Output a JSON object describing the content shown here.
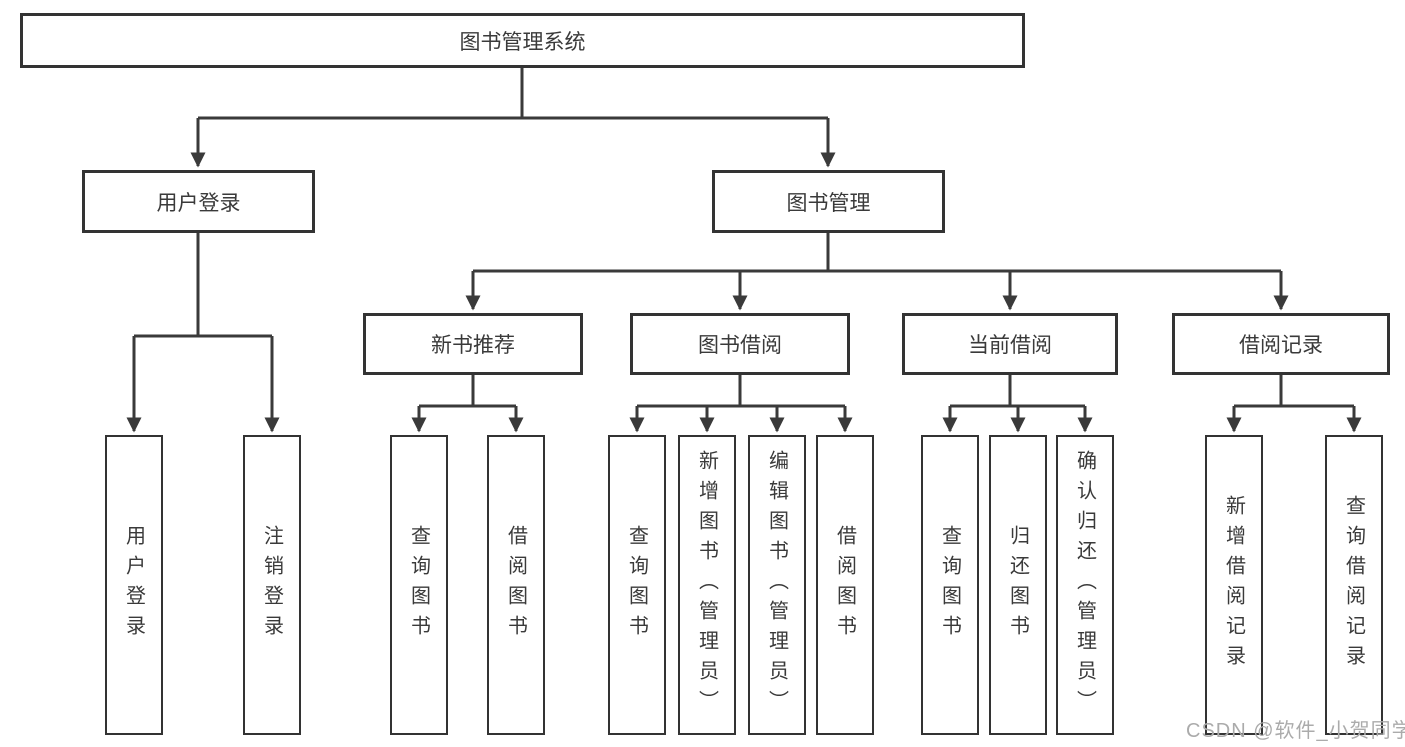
{
  "diagram": {
    "title_note": "library management system structure diagram",
    "root": {
      "label": "图书管理系统"
    },
    "level2": [
      {
        "id": "user-login",
        "label": "用户登录"
      },
      {
        "id": "book-management",
        "label": "图书管理"
      }
    ],
    "level3": [
      {
        "id": "new-book-recommend",
        "label": "新书推荐"
      },
      {
        "id": "book-borrow",
        "label": "图书借阅"
      },
      {
        "id": "current-borrow",
        "label": "当前借阅"
      },
      {
        "id": "borrow-records",
        "label": "借阅记录"
      }
    ],
    "leaves": {
      "user_login": [
        {
          "label": "用户登录"
        },
        {
          "label": "注销登录"
        }
      ],
      "new_book_recommend": [
        {
          "label": "查询图书"
        },
        {
          "label": "借阅图书"
        }
      ],
      "book_borrow": [
        {
          "label": "查询图书"
        },
        {
          "label": "新增图书（管理员）"
        },
        {
          "label": "编辑图书（管理员）"
        },
        {
          "label": "借阅图书"
        }
      ],
      "current_borrow": [
        {
          "label": "查询图书"
        },
        {
          "label": "归还图书"
        },
        {
          "label": "确认归还（管理员）"
        }
      ],
      "borrow_records": [
        {
          "label": "新增借阅记录"
        },
        {
          "label": "查询借阅记录"
        }
      ]
    },
    "watermark": "CSDN @软件_小贺同学",
    "colors": {
      "line": "#3a3a3a",
      "box_border": "#333333",
      "text": "#3a3a3a",
      "watermark": "#ababab",
      "background": "#ffffff"
    }
  }
}
